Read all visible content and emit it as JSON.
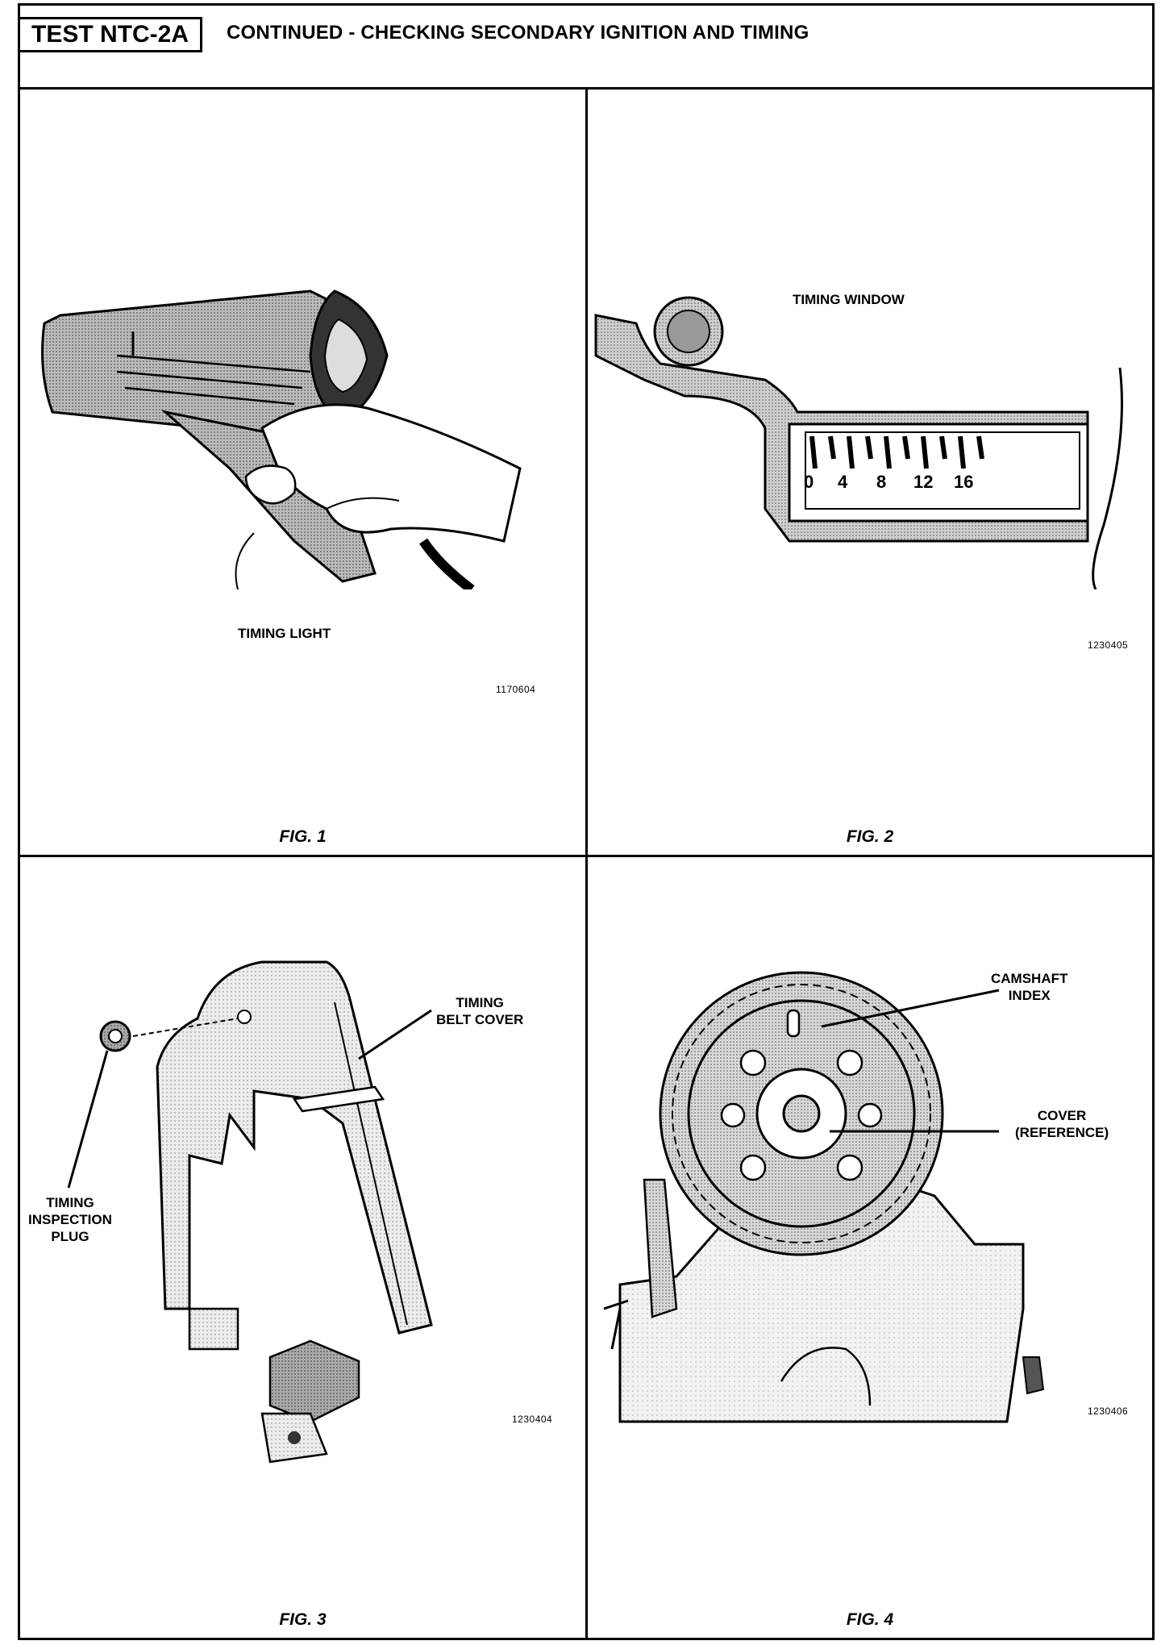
{
  "header": {
    "test_id": "TEST NTC-2A",
    "title": "CONTINUED - CHECKING SECONDARY IGNITION AND TIMING"
  },
  "figures": [
    {
      "label": "FIG. 1",
      "callouts": [
        "TIMING LIGHT"
      ],
      "part_number": "1170604"
    },
    {
      "label": "FIG. 2",
      "callouts": [
        "TIMING WINDOW"
      ],
      "scale_marks": [
        "0",
        "4",
        "8",
        "12",
        "16"
      ],
      "part_number": "1230405"
    },
    {
      "label": "FIG. 3",
      "callouts": [
        [
          "TIMING",
          "BELT COVER"
        ],
        [
          "TIMING",
          "INSPECTION",
          "PLUG"
        ]
      ],
      "part_number": "1230404"
    },
    {
      "label": "FIG. 4",
      "callouts": [
        [
          "CAMSHAFT",
          "INDEX"
        ],
        [
          "COVER",
          "(REFERENCE)"
        ]
      ],
      "part_number": "1230406"
    }
  ]
}
